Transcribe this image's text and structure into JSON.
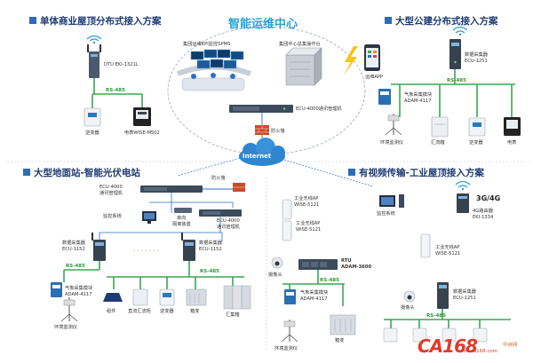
{
  "titles": {
    "center": "智能运维中心",
    "top_left": "单体商业屋顶分布式接入方案",
    "top_right": "大型公建分布式接入方案",
    "bottom_left": "大型地面站-智能光伏电站",
    "bottom_right": "有视频传输-工业屋顶接入方案"
  },
  "labels": {
    "tl_dtu": "DTU EKI-1321L",
    "tl_rs485": "RS-485",
    "tl_inverter": "逆变器",
    "tl_meter": "电表WISE-M502",
    "c_kpi": "集团运维KPI监控SPMS",
    "c_platform": "集团中心总集操作台",
    "c_app": "运维APP",
    "c_ecu": "ECU-4000通讯管理机",
    "c_firewall": "防火墙",
    "internet": "Internet",
    "tr_collector": "数据采集器",
    "tr_collector_model": "ECU-1251",
    "tr_rs485": "RS-485",
    "tr_weather": "气象采集模块",
    "tr_weather_model": "ADAM-4117",
    "tr_env": "环境监测仪",
    "tr_combiner": "汇流箱",
    "tr_inverter": "逆变器",
    "tr_meter": "电表",
    "bl_ecu": "ECU-4000",
    "bl_ecu2": "通讯管理机",
    "bl_firewall": "防火墙",
    "bl_monitor": "监控系统",
    "bl_isolation": "单向",
    "bl_isolation2": "隔离装置",
    "bl_ecu_b": "ECU-4000",
    "bl_ecu_b2": "通讯管理机",
    "bl_col1": "数据采集器",
    "bl_col1_model": "ECU-1152",
    "bl_col2": "数据采集器",
    "bl_col2_model": "ECU-1152",
    "bl_dots": "· · · · · · ·",
    "bl_rs485_l": "RS-485",
    "bl_rs485_r": "RS-485",
    "bl_weather": "气象采集模块",
    "bl_weather_model": "ADAM-4117",
    "bl_env": "环境监测仪",
    "bl_module": "组件",
    "bl_dc": "直流汇流柜",
    "bl_inverter": "逆变器",
    "bl_transformer": "箱变",
    "bl_combiner": "汇集箱",
    "br_ap1": "工业无线AP",
    "br_ap1_model": "WISE-5121",
    "br_ap2": "工业无线AP",
    "br_ap2_model": "WISE-5121",
    "br_monitor": "监控系统",
    "br_4g": "3G/4G",
    "br_router": "4G路由器",
    "br_router_model": "EKI-1334",
    "br_ap3": "工业无线AP",
    "br_ap3_model": "WISE-5121",
    "br_camera1": "摄像头",
    "br_rtu": "RTU",
    "br_rtu_model": "ADAM-3600",
    "br_weather": "气象采集模块",
    "br_weather_model": "ADAM-4117",
    "br_rs485_l": "RS-485",
    "br_camera2": "摄像头",
    "br_collector": "数据采集器",
    "br_collector_model": "ECU-1251",
    "br_rs485_r": "RS-485",
    "br_env": "环境监测仪",
    "br_transformer": "箱变"
  },
  "watermark": {
    "brand": "CA168",
    "site": "www.ca168.com",
    "sub": "中自网"
  },
  "colors": {
    "bus_line": "#3aa655",
    "eth_line": "#2b6fc4",
    "title": "#1f3b73",
    "center_title": "#27a3d8",
    "device_dark": "#3b4a5c",
    "device_light": "#e9eef5"
  }
}
